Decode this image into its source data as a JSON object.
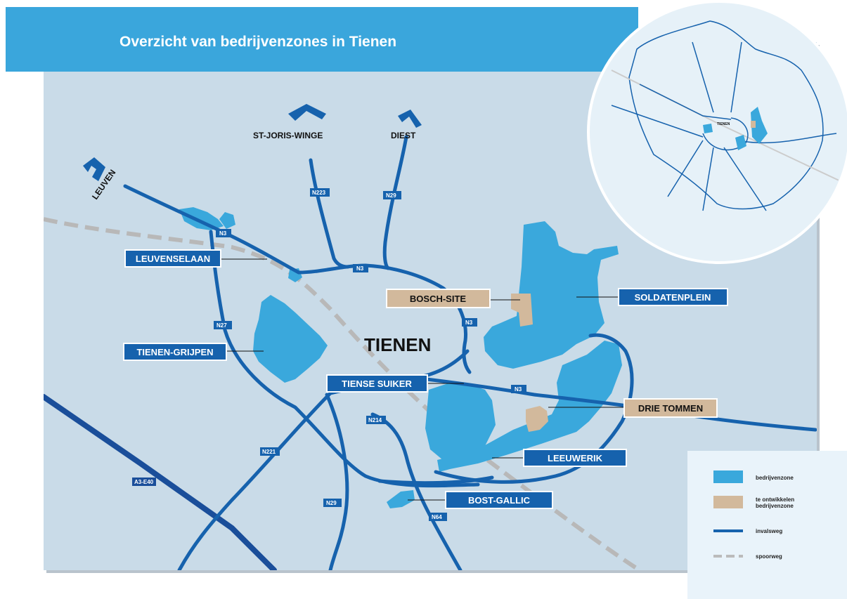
{
  "title": "Overzicht van bedrijvenzones in Tienen",
  "city": "TIENEN",
  "colors": {
    "header": "#3aa6dc",
    "map_bg": "#c9dbe8",
    "road": "#1662ad",
    "zone": "#3aa8dc",
    "develop_zone": "#d2b99c",
    "rail": "#b8b8b8",
    "label_blue": "#1662ad",
    "label_tan": "#d2b99c",
    "legend_bg": "#e9f3fa"
  },
  "directions": [
    "LEUVEN",
    "ST-JORIS-WINGE",
    "DIEST"
  ],
  "zones": [
    "LEUVENSELAAN",
    "TIENEN-GRIJPEN",
    "TIENSE SUIKER",
    "LEEUWERIK",
    "BOST-GALLIC",
    "SOLDATENPLEIN"
  ],
  "develop_zones": [
    "BOSCH-SITE",
    "DRIE TOMMEN"
  ],
  "roads": [
    "N3",
    "N3",
    "N3",
    "N3",
    "N223",
    "N29",
    "N27",
    "N221",
    "N214",
    "N29",
    "N64",
    "A3-E40"
  ],
  "legend": [
    {
      "label": "bedrijvenzone",
      "icon": "zone-swatch"
    },
    {
      "label": "te ontwikkelen",
      "label2": "bedrijvenzone",
      "icon": "develop-swatch"
    },
    {
      "label": "invalsweg",
      "icon": "road-line"
    },
    {
      "label": "spoorweg",
      "icon": "rail-line"
    }
  ],
  "inset": {
    "city": "TIENEN"
  }
}
